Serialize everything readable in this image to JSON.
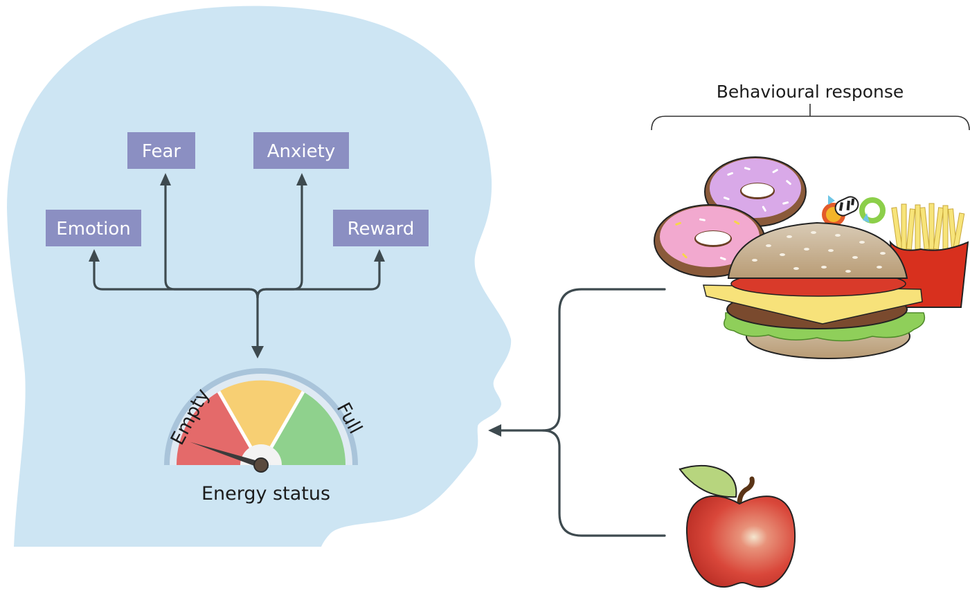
{
  "diagram": {
    "factors": [
      {
        "id": "emotion",
        "label": "Emotion"
      },
      {
        "id": "fear",
        "label": "Fear"
      },
      {
        "id": "anxiety",
        "label": "Anxiety"
      },
      {
        "id": "reward",
        "label": "Reward"
      }
    ],
    "gauge": {
      "caption": "Energy status",
      "min_label": "Empty",
      "max_label": "Full",
      "zones": [
        {
          "name": "low",
          "color": "#e46a6a"
        },
        {
          "name": "medium",
          "color": "#f7cf73"
        },
        {
          "name": "high",
          "color": "#8fd18d"
        }
      ],
      "needle_level": 0.1
    },
    "behaviour": {
      "title": "Behavioural response",
      "options": [
        {
          "id": "junk-food",
          "icon": "junk-food-icon"
        },
        {
          "id": "apple",
          "icon": "apple-icon"
        }
      ]
    },
    "colors": {
      "head": "#cde5f3",
      "box": "#8b8fc2",
      "arrow": "#3e4a4f"
    }
  }
}
